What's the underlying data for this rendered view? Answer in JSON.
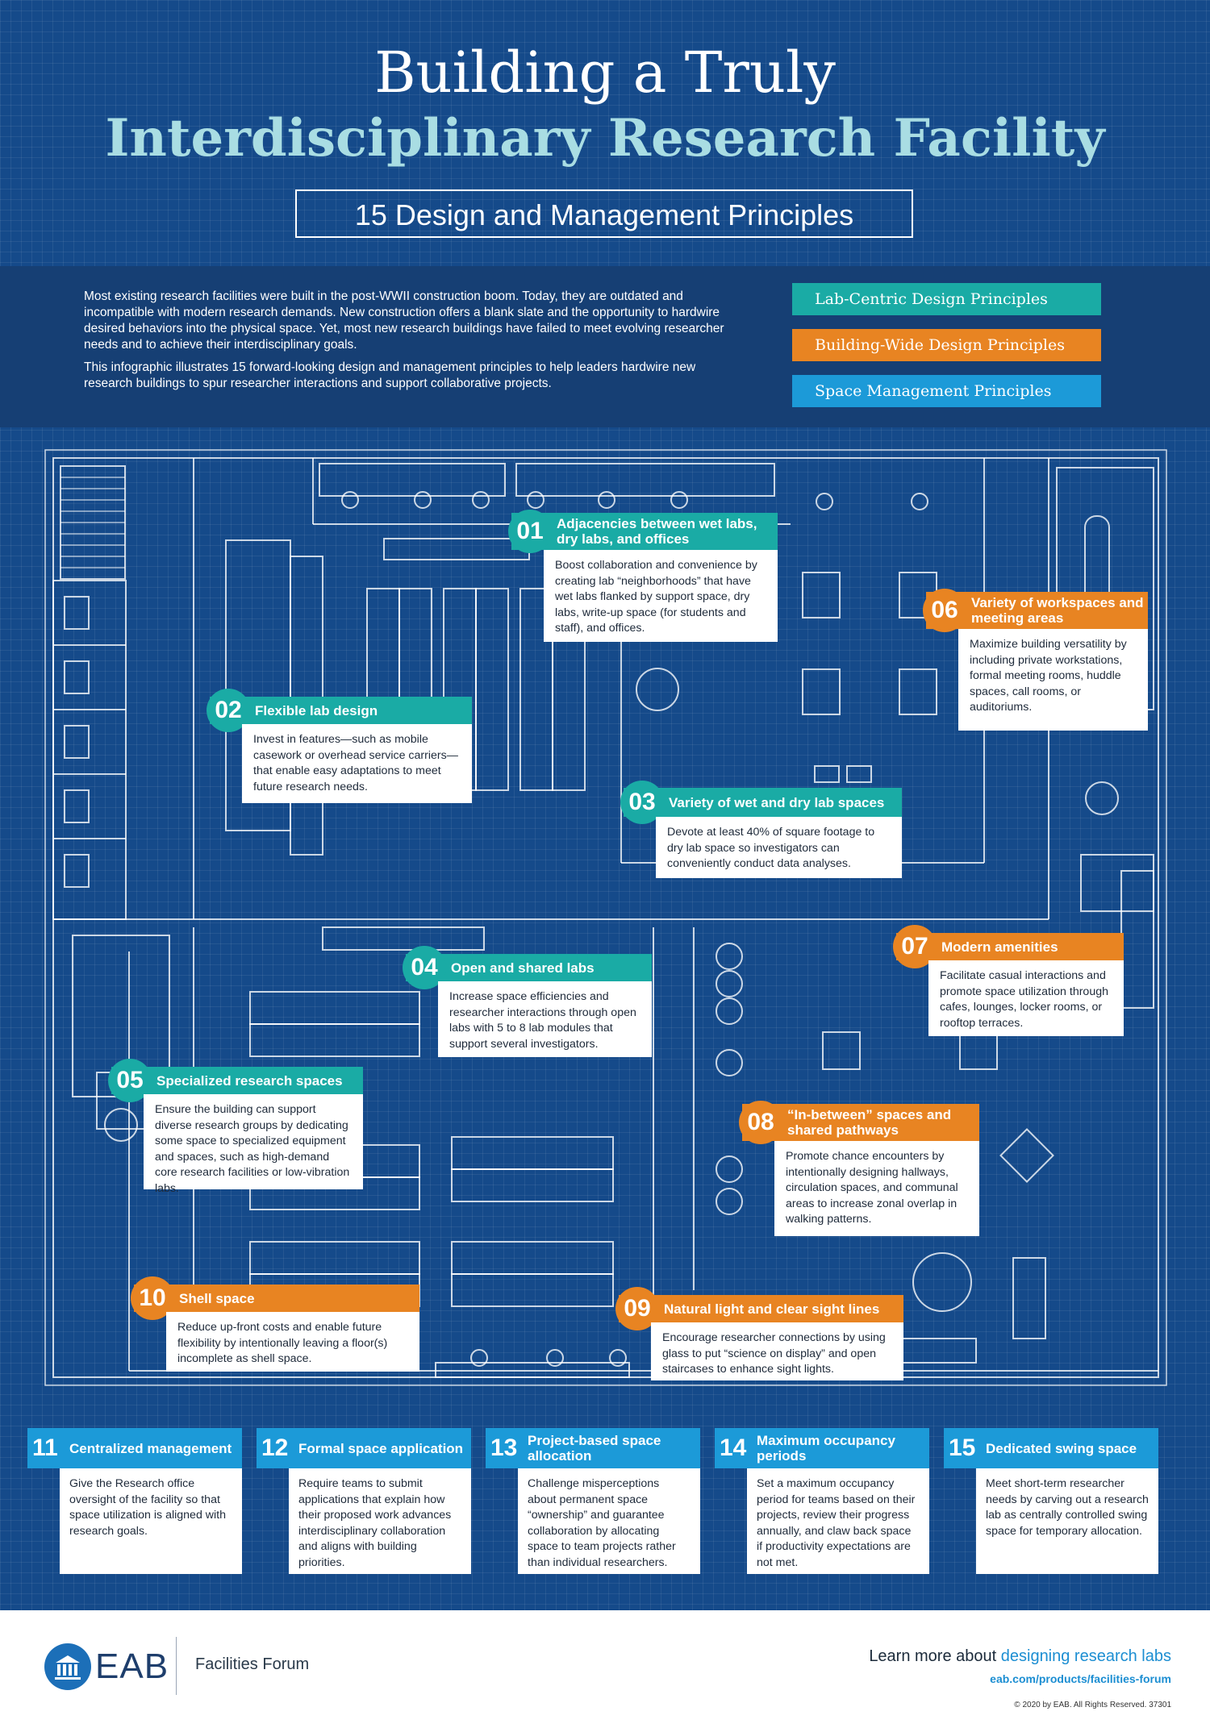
{
  "header": {
    "title_line1": "Building a Truly",
    "title_line2": "Interdisciplinary Research Facility",
    "subtitle": "15 Design and Management Principles"
  },
  "intro": {
    "paragraph1": "Most existing research facilities were built in the post-WWII construction boom. Today, they are outdated and incompatible with modern research demands. New construction offers a blank slate and the opportunity to hardwire desired behaviors into the physical space. Yet, most new research buildings have failed to meet evolving researcher needs and to achieve their interdisciplinary goals.",
    "paragraph2": "This infographic illustrates 15 forward-looking design and management principles to help leaders hardwire new research buildings to spur researcher interactions and support collaborative projects."
  },
  "legend": {
    "lab_centric": "Lab-Centric Design Principles",
    "building_wide": "Building-Wide Design Principles",
    "space_management": "Space Management Principles"
  },
  "colors": {
    "background": "#154a8a",
    "lab_centric": "#1aaba5",
    "building_wide": "#e88422",
    "space_management": "#1c9ad8"
  },
  "principles": [
    {
      "num": "01",
      "title": "Adjacencies between wet labs, dry labs, and offices",
      "text": "Boost collaboration and convenience by creating lab “neighborhoods” that have wet labs flanked by support space, dry labs, write-up space (for students and staff), and offices."
    },
    {
      "num": "02",
      "title": "Flexible lab design",
      "text": "Invest in features—such as mobile casework or overhead service carriers—that enable easy adaptations to meet future research needs."
    },
    {
      "num": "03",
      "title": "Variety of wet and dry lab spaces",
      "text": "Devote at least 40% of square footage to dry lab space so investigators can conveniently conduct data analyses."
    },
    {
      "num": "04",
      "title": "Open and shared labs",
      "text": "Increase space efficiencies and researcher interactions through open labs with 5 to 8 lab modules that support several investigators."
    },
    {
      "num": "05",
      "title": "Specialized research spaces",
      "text": "Ensure the building can support diverse research groups by dedicating some space to specialized equipment and spaces, such as high-demand core research facilities or low-vibration labs."
    },
    {
      "num": "06",
      "title": "Variety of workspaces and meeting areas",
      "text": "Maximize building versatility by including private workstations, formal meeting rooms, huddle spaces, call rooms, or auditoriums."
    },
    {
      "num": "07",
      "title": "Modern amenities",
      "text": "Facilitate casual interactions and promote space utilization through cafes, lounges, locker rooms, or rooftop terraces."
    },
    {
      "num": "08",
      "title": "“In-between” spaces and shared pathways",
      "text": "Promote chance encounters by intentionally designing hallways, circulation spaces, and communal areas to increase zonal overlap in walking patterns."
    },
    {
      "num": "09",
      "title": "Natural light and clear sight lines",
      "text": "Encourage researcher connections by using glass to put “science on display” and open staircases to enhance sight lights."
    },
    {
      "num": "10",
      "title": "Shell space",
      "text": "Reduce up-front costs and enable future flexibility by intentionally leaving a floor(s) incomplete as shell space."
    },
    {
      "num": "11",
      "title": "Centralized management",
      "text": "Give the Research office oversight of the facility so that space utilization is aligned with research goals."
    },
    {
      "num": "12",
      "title": "Formal space application",
      "text": "Require teams to submit applications that explain how their proposed work advances interdisciplinary collaboration and aligns with building priorities."
    },
    {
      "num": "13",
      "title": "Project-based space allocation",
      "text": "Challenge misperceptions about permanent space “ownership” and guarantee collaboration by allocating space to team projects rather than individual researchers."
    },
    {
      "num": "14",
      "title": "Maximum occupancy periods",
      "text": "Set a maximum occupancy period for teams based on their projects, review their progress annually, and claw back space if productivity expectations are not met."
    },
    {
      "num": "15",
      "title": "Dedicated swing space",
      "text": "Meet short-term researcher needs by carving out a research lab as centrally controlled swing space for temporary allocation."
    }
  ],
  "footer": {
    "brand": "EAB",
    "forum": "Facilities Forum",
    "learn_prefix": "Learn more about ",
    "learn_link": "designing research labs",
    "url": "eab.com/products/facilities-forum",
    "copyright": "© 2020 by EAB. All Rights Reserved. 37301"
  }
}
